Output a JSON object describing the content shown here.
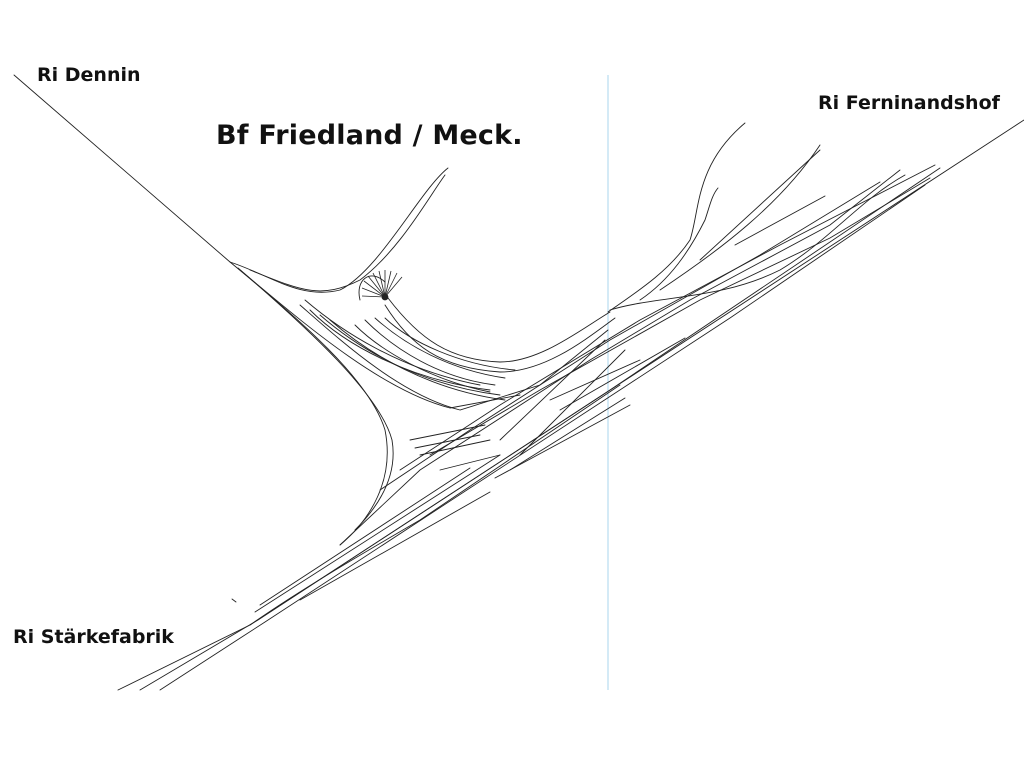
{
  "diagram": {
    "title": "Bf Friedland / Meck.",
    "directions": {
      "dennin": "Ri Dennin",
      "ferninandshof": "Ri Ferninandshof",
      "staerkefabrik": "Ri Stärkefabrik"
    },
    "colors": {
      "track": "#222222",
      "divider": "#a8d4ec",
      "background": "#ffffff",
      "text": "#111111"
    }
  }
}
